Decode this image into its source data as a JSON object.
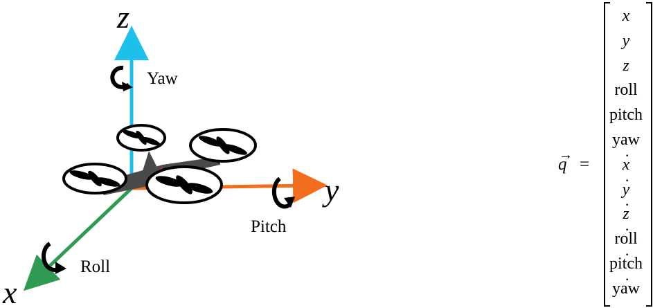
{
  "diagram": {
    "axes": {
      "z_label": "z",
      "y_label": "y",
      "x_label": "x"
    },
    "rotations": {
      "yaw_label": "Yaw",
      "pitch_label": "Pitch",
      "roll_label": "Roll"
    },
    "colors": {
      "z_axis": "#1ec0ea",
      "y_axis": "#f36d1f",
      "x_axis": "#2f9a52",
      "drone_body": "#4a4a4a",
      "center_dot": "#e02020"
    }
  },
  "equation": {
    "lhs": "q",
    "arrow": "→",
    "equals": "=",
    "rows": [
      {
        "text": "x",
        "italic": true,
        "dot": false
      },
      {
        "text": "y",
        "italic": true,
        "dot": false
      },
      {
        "text": "z",
        "italic": true,
        "dot": false
      },
      {
        "text": "roll",
        "italic": false,
        "dot": false
      },
      {
        "text": "pitch",
        "italic": false,
        "dot": false
      },
      {
        "text": "yaw",
        "italic": false,
        "dot": false
      },
      {
        "text": "x",
        "italic": true,
        "dot": true
      },
      {
        "text": "y",
        "italic": true,
        "dot": true
      },
      {
        "text": "z",
        "italic": true,
        "dot": true
      },
      {
        "text": "roll",
        "italic": false,
        "dot": true
      },
      {
        "text": "pitch",
        "italic": false,
        "dot": true
      },
      {
        "text": "yaw",
        "italic": false,
        "dot": true
      }
    ]
  }
}
